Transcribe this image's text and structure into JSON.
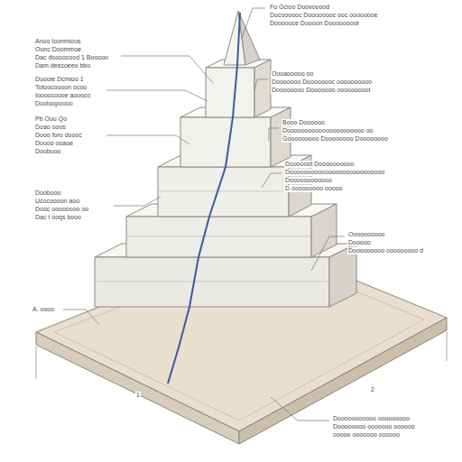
{
  "diagram": {
    "labels": [
      "Anoo Ioonmious",
      "Ounc Doommoe",
      "Dac doooocood 1 Booooo",
      "Dam deecoeeo bbo",
      "Duooie Dcmioo 1",
      "Totoocoooon ocoo",
      "Ioooocoooe aoooco",
      "Dooloopoooo",
      "Pb Ouu Qo",
      "Doao ooos",
      "Dooo foro doooc",
      "Doooo ooaoe",
      "Doobuoo",
      "Doobooo",
      "Ucocoooon aoo",
      "Dooc oooooooo oo",
      "Dac t ooqs booo",
      "A. oooo",
      "Fo Gcioo Doovooood",
      "Docoooooc Doooooooc ooc oooooooe",
      "Doooooce Doooon Doooooooot",
      "Oooaooooo oo",
      "Dooooooo Doooooooc oooooooooo",
      "Doooooooo Dooooooo ooooooooot",
      "Booo Doooooo",
      "Doooooooooooooooooooooo oo",
      "Gooooooooo Doooooooo Doooooooo",
      "Doooooot Doooooooooo",
      "Dooooooooooooooooooooooooooo",
      "Doooooooooooo",
      "D ooooooooo ooooo",
      "Oooooooooo",
      "Dooooo",
      "Dooooooooo ooooooooo d",
      "Dooooooooooo ooooooooo",
      "Doooooooo ooooooo oooooo",
      "ooooo ooooooo oooooo",
      "1",
      "2"
    ]
  }
}
